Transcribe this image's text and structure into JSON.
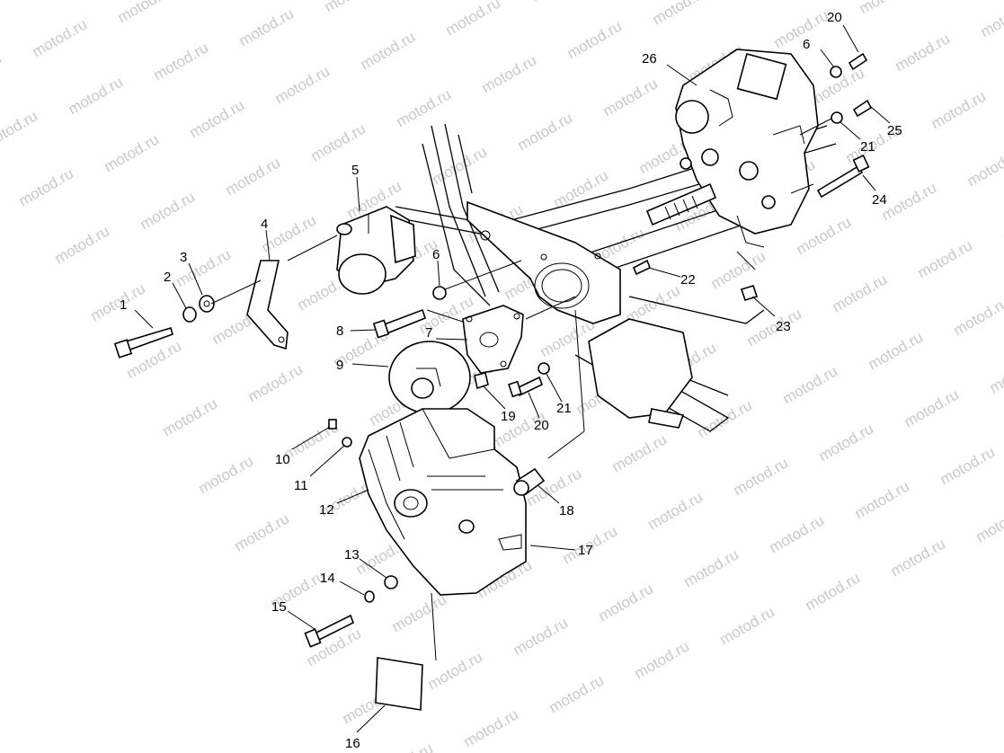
{
  "watermark": {
    "text": "motod.ru",
    "color": "#c9c9c9"
  },
  "callouts": {
    "c1": "1",
    "c2": "2",
    "c3": "3",
    "c4": "4",
    "c5": "5",
    "c6a": "6",
    "c6b": "6",
    "c7": "7",
    "c8": "8",
    "c9": "9",
    "c10": "10",
    "c11": "11",
    "c12": "12",
    "c13": "13",
    "c14": "14",
    "c15": "15",
    "c16": "16",
    "c17": "17",
    "c18": "18",
    "c19": "19",
    "c20a": "20",
    "c20b": "20",
    "c21a": "21",
    "c21b": "21",
    "c22": "22",
    "c23": "23",
    "c24": "24",
    "c25": "25",
    "c26": "26"
  }
}
